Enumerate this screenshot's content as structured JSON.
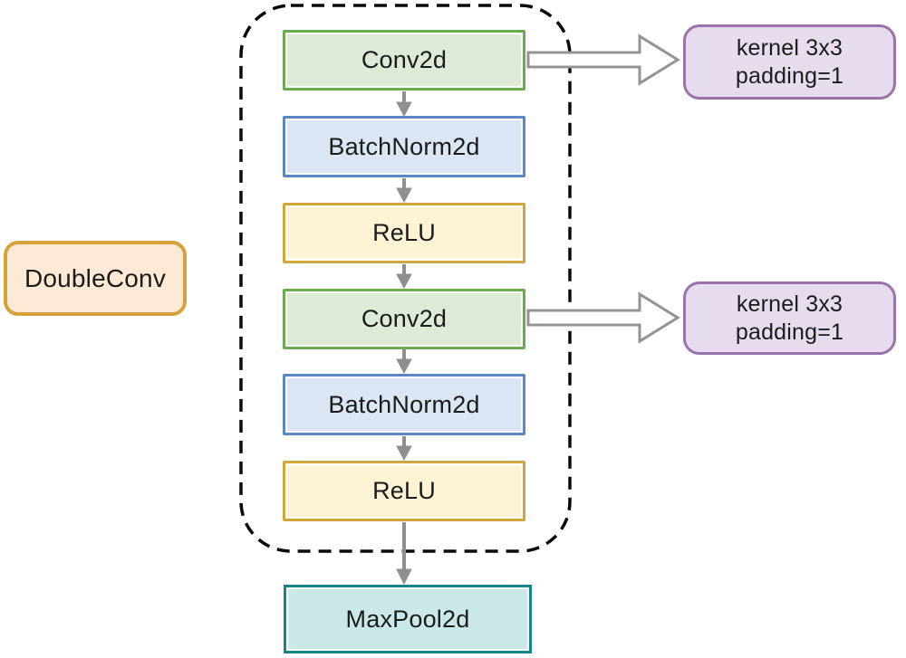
{
  "diagram": {
    "group": {
      "label": "DoubleConv"
    },
    "layers": [
      {
        "label": "Conv2d"
      },
      {
        "label": "BatchNorm2d"
      },
      {
        "label": "ReLU"
      },
      {
        "label": "Conv2d"
      },
      {
        "label": "BatchNorm2d"
      },
      {
        "label": "ReLU"
      }
    ],
    "output": {
      "label": "MaxPool2d"
    },
    "annotations": [
      {
        "lines": [
          "kernel 3x3",
          "padding=1"
        ]
      },
      {
        "lines": [
          "kernel 3x3",
          "padding=1"
        ]
      }
    ],
    "icons": {
      "connector": "arrow-down-icon",
      "annotation_pointer": "block-arrow-right-icon",
      "container": "dashed-rounded-outline"
    },
    "colors": {
      "conv_fill": "#dcead6",
      "conv_border": "#6aaa50",
      "batchnorm_fill": "#dbe6f5",
      "batchnorm_border": "#5b87c5",
      "relu_fill": "#fdf3d5",
      "relu_border": "#d1a73b",
      "maxpool_fill": "#cbe8e9",
      "maxpool_border": "#17868c",
      "group_fill": "#fdead6",
      "group_border": "#d8a23a",
      "annotation_fill": "#e7dcee",
      "annotation_border": "#9b72ad",
      "connector_gray": "#8f8f8f",
      "block_arrow_stroke": "#949494",
      "outline_black": "#0a0a0a",
      "text": "#1b1b1b"
    }
  }
}
